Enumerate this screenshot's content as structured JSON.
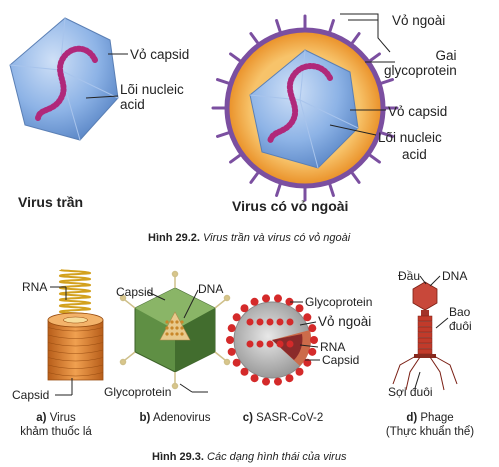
{
  "fig292": {
    "naked": {
      "capsid": "Vỏ capsid",
      "nucleic": "Lõi nucleic acid",
      "title": "Virus trần"
    },
    "enveloped": {
      "envelope": "Vỏ ngoài",
      "spike_1": "Gai",
      "spike_2": "glycoprotein",
      "capsid": "Vỏ capsid",
      "nucleic_1": "Lõi nucleic",
      "nucleic_2": "acid",
      "title": "Virus có vỏ ngoài"
    },
    "caption_num": "Hình 29.2.",
    "caption_text": "Virus trần và virus có vỏ ngoài"
  },
  "fig293": {
    "tmv": {
      "rna": "RNA",
      "capsid": "Capsid",
      "letter": "a)",
      "name_1": "Virus",
      "name_2": "khảm thuốc lá"
    },
    "adeno": {
      "capsid": "Capsid",
      "dna": "DNA",
      "glyco": "Glycoprotein",
      "letter": "b)",
      "name": "Adenovirus"
    },
    "sars": {
      "glyco": "Glycoprotein",
      "envelope": "Vỏ ngoài",
      "rna": "RNA",
      "capsid": "Capsid",
      "letter": "c)",
      "name": "SASR-CoV-2"
    },
    "phage": {
      "head": "Đầu",
      "dna": "DNA",
      "tail_1": "Bao",
      "tail_2": "đuôi",
      "fiber": "Sợi đuôi",
      "letter": "d)",
      "name_1": "Phage",
      "name_2": "(Thực khuẩn thể)"
    },
    "caption_num": "Hình 29.3.",
    "caption_text": "Các dạng hình thái của virus"
  },
  "colors": {
    "capsid_blue": "#8db3e6",
    "nucleic_magenta": "#b0287a",
    "envelope_orange": "#f0a43a",
    "spike_purple": "#7b4fa0",
    "tmv_orange": "#d9792a",
    "adeno_green": "#4e7d3a",
    "sars_red": "#d42a2a",
    "phage_red": "#c23a2a"
  }
}
